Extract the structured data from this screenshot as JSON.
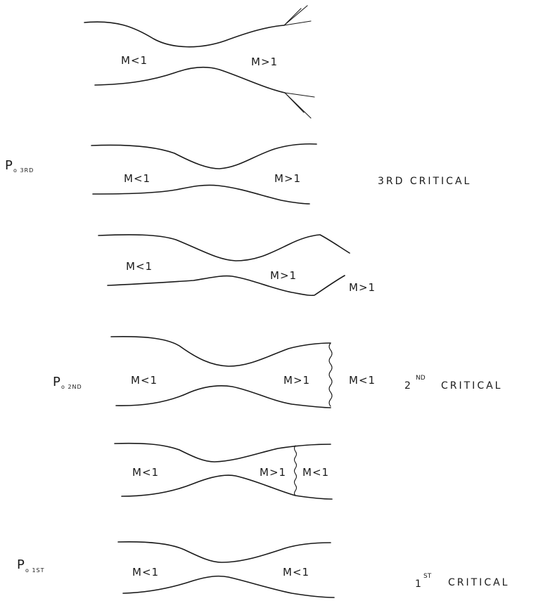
{
  "nozzle_1": {
    "throat_mach": [
      "M<1",
      "M>1"
    ]
  },
  "nozzle_2": {
    "pressure_label": "P",
    "pressure_sub": "o 3RD",
    "throat_mach": [
      "M<1",
      "M>1"
    ],
    "case_label": "3RD CRITICAL"
  },
  "nozzle_3": {
    "throat_mach": [
      "M<1",
      "M>1"
    ],
    "exit_mach": "M>1"
  },
  "nozzle_4": {
    "pressure_label": "P",
    "pressure_sub": "o 2ND",
    "throat_mach": [
      "M<1",
      "M>1"
    ],
    "exit_mach": "M<1",
    "case_label_main": "2",
    "case_label_sup": "ND",
    "case_label_rest": "CRITICAL"
  },
  "nozzle_5": {
    "throat_mach": [
      "M<1",
      "M>1"
    ],
    "exit_mach": "M<1"
  },
  "nozzle_6": {
    "pressure_label": "P",
    "pressure_sub": "o 1ST",
    "throat_mach": [
      "M<1",
      "M<1"
    ],
    "case_label_main": "1",
    "case_label_sup": "ST",
    "case_label_rest": "CRITICAL"
  }
}
